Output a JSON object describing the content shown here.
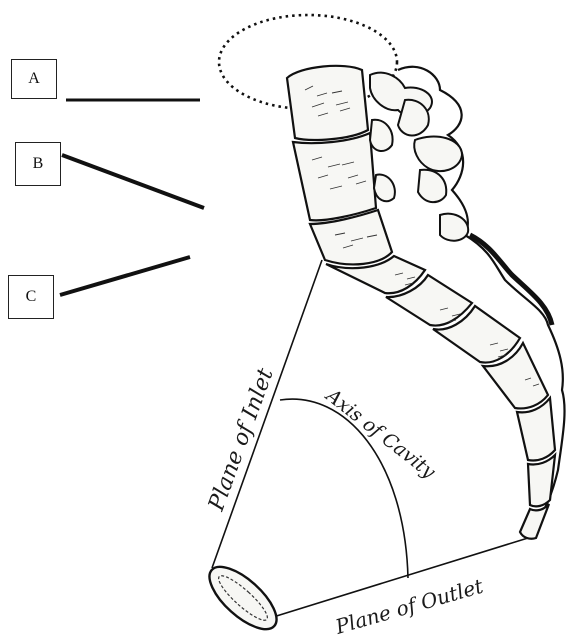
{
  "labels": {
    "a": "A",
    "b": "B",
    "c": "C"
  },
  "annotations": {
    "plane_of_inlet": "Plane of Inlet",
    "axis_of_cavity": "Axis of Cavity",
    "plane_of_outlet": "Plane of Outlet"
  },
  "colors": {
    "ink": "#1a1a1a",
    "bone_fill": "#f7f7f4"
  }
}
